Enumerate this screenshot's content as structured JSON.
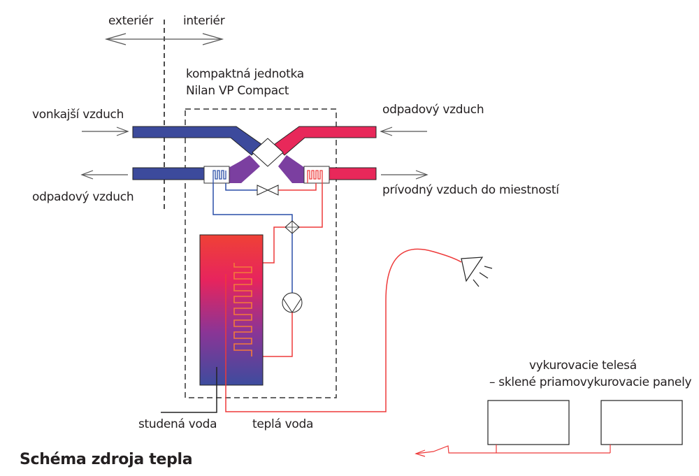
{
  "diagram": {
    "title": "Schéma zdroja tepla",
    "zones": {
      "exterior": "exteriér",
      "interior": "interiér"
    },
    "unit": {
      "line1": "kompaktná jednotka",
      "line2": "Nilan VP Compact"
    },
    "air": {
      "outdoor_in": "vonkajší vzduch",
      "exhaust_out": "odpadový vzduch",
      "extract_in": "odpadový vzduch",
      "supply_out": "prívodný vzduch do miestností"
    },
    "water": {
      "cold": "studená voda",
      "hot": "teplá voda"
    },
    "heaters": {
      "line1": "vykurovacie telesá",
      "line2": "– sklené priamovykurovacie panely",
      "count": 2
    },
    "colors": {
      "cold": "#3c4a9c",
      "warm": "#e8285a",
      "mixed": "#7b3fa0",
      "hot_pipe": "#ee3a3a",
      "cold_pipe": "#2a4fa8",
      "tank_top": "#ef4136",
      "tank_mid": "#e7245d",
      "tank_bottom": "#3d4c9e"
    }
  }
}
